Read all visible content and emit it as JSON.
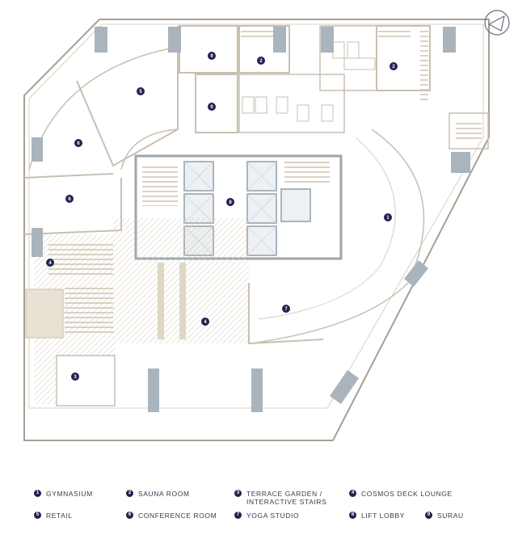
{
  "compass": {
    "icon": "north-arrow-icon"
  },
  "colors": {
    "wall": "#c9bfb1",
    "outline": "#a99f93",
    "marker": "#1f2350",
    "column": "#aab4bd",
    "hatch": "#d4c8b6",
    "text": "#3a3a50"
  },
  "room_markers": [
    {
      "id": "m1",
      "num": "1"
    },
    {
      "id": "m2a",
      "num": "2"
    },
    {
      "id": "m2b",
      "num": "2"
    },
    {
      "id": "m3",
      "num": "3"
    },
    {
      "id": "m4a",
      "num": "4"
    },
    {
      "id": "m4b",
      "num": "4"
    },
    {
      "id": "m5",
      "num": "5"
    },
    {
      "id": "m6a",
      "num": "6"
    },
    {
      "id": "m6b",
      "num": "6"
    },
    {
      "id": "m7",
      "num": "7"
    },
    {
      "id": "m8",
      "num": "8"
    },
    {
      "id": "m9a",
      "num": "9"
    },
    {
      "id": "m9b",
      "num": "9"
    }
  ],
  "legend": [
    {
      "num": "1",
      "label": "GYMNASIUM"
    },
    {
      "num": "2",
      "label": "SAUNA ROOM"
    },
    {
      "num": "3",
      "label": "TERRACE GARDEN /\nINTERACTIVE STAIRS"
    },
    {
      "num": "4",
      "label": "COSMOS DECK LOUNGE"
    },
    {
      "num": "5",
      "label": "RETAIL"
    },
    {
      "num": "6",
      "label": "CONFERENCE ROOM"
    },
    {
      "num": "7",
      "label": "YOGA STUDIO"
    },
    {
      "num": "8",
      "label": "LIFT LOBBY"
    },
    {
      "num": "9",
      "label": "SURAU"
    }
  ]
}
